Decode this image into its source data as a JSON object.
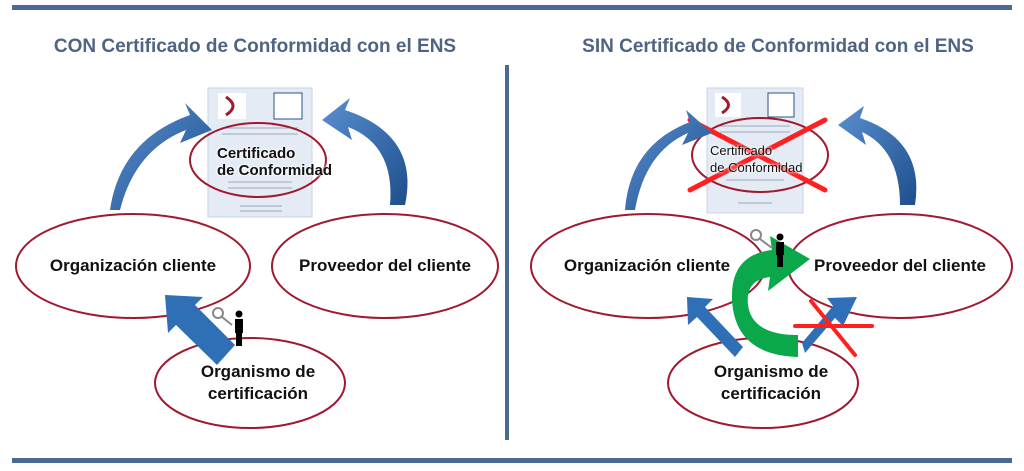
{
  "left_panel": {
    "title": "CON Certificado de Conformidad con el ENS",
    "certificate_label_line1": "Certificado",
    "certificate_label_line2": "de Conformidad",
    "client": "Organización cliente",
    "provider": "Proveedor del cliente",
    "certifier_line1": "Organismo de",
    "certifier_line2": "certificación"
  },
  "right_panel": {
    "title": "SIN Certificado de Conformidad con el ENS",
    "certificate_label_line1": "Certificado",
    "certificate_label_line2": "de Conformidad",
    "client": "Organización cliente",
    "provider": "Proveedor del cliente",
    "certifier_line1": "Organismo de",
    "certifier_line2": "certificación"
  },
  "colors": {
    "bar": "#4a6a94",
    "ellipse": "#a0192f",
    "arrow": "#2e6fb5",
    "green": "#0aa84a",
    "cross": "#ff2020"
  }
}
